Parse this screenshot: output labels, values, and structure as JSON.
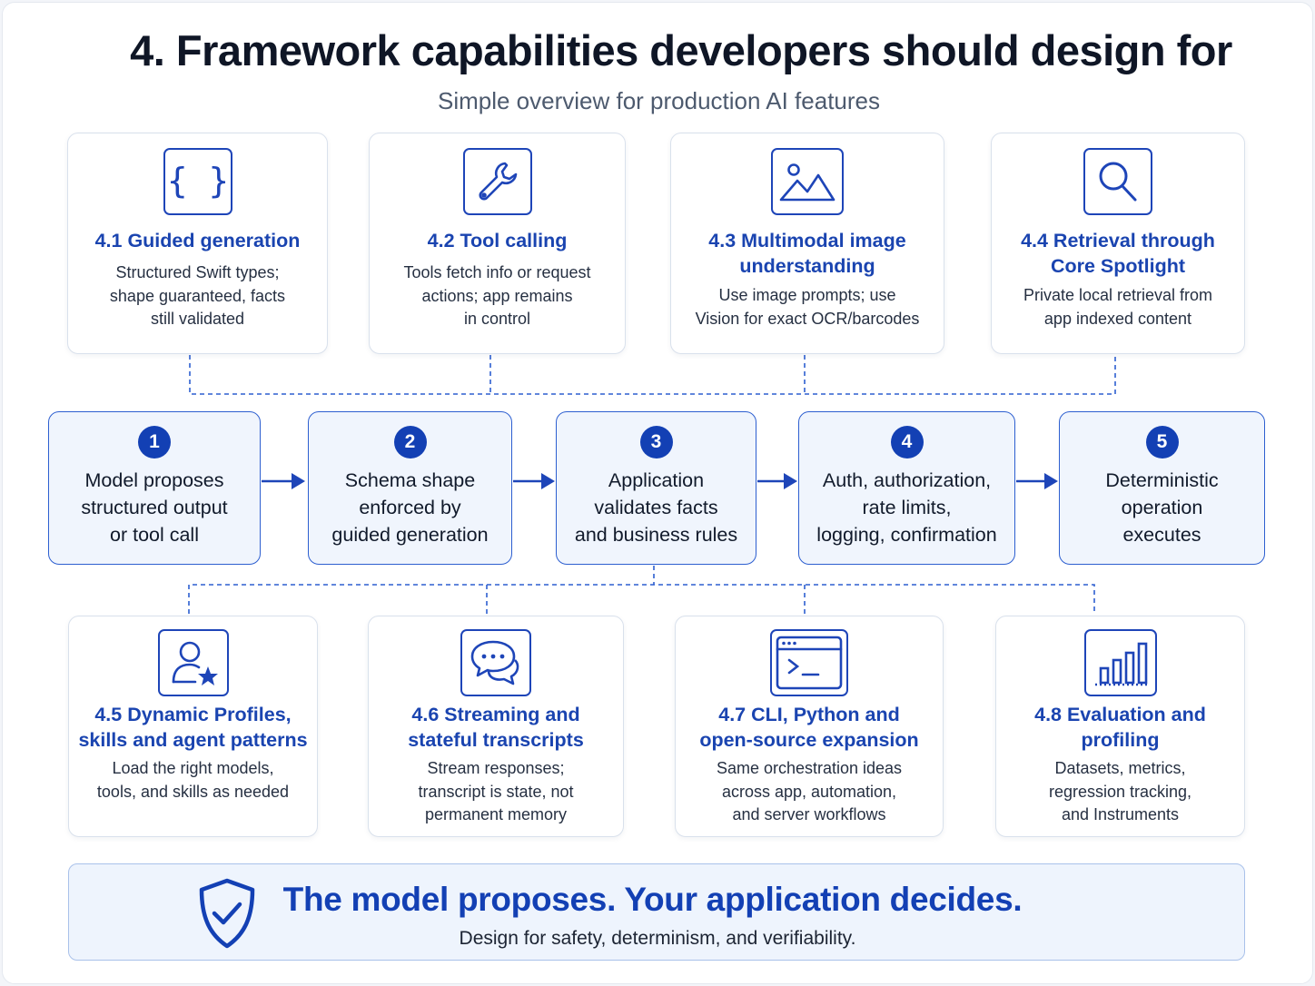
{
  "header": {
    "title": "4. Framework capabilities developers should design for",
    "subtitle": "Simple overview for production AI features"
  },
  "top_cards": [
    {
      "icon": "braces-icon",
      "title": "4.1 Guided generation",
      "desc": [
        "Structured Swift types;",
        "shape guaranteed, facts",
        "still validated"
      ]
    },
    {
      "icon": "wrench-icon",
      "title": "4.2 Tool calling",
      "desc": [
        "Tools fetch info or request",
        "actions; app remains",
        "in control"
      ]
    },
    {
      "icon": "image-icon",
      "title": [
        "4.3 Multimodal image",
        "understanding"
      ],
      "desc": [
        "Use image prompts; use",
        "Vision for exact OCR/barcodes"
      ]
    },
    {
      "icon": "search-icon",
      "title": [
        "4.4 Retrieval through",
        "Core Spotlight"
      ],
      "desc": [
        "Private local retrieval from",
        "app indexed content"
      ]
    }
  ],
  "steps": [
    {
      "num": "1",
      "lines": [
        "Model proposes",
        "structured output",
        "or tool call"
      ]
    },
    {
      "num": "2",
      "lines": [
        "Schema shape",
        "enforced by",
        "guided generation"
      ]
    },
    {
      "num": "3",
      "lines": [
        "Application",
        "validates facts",
        "and business rules"
      ]
    },
    {
      "num": "4",
      "lines": [
        "Auth, authorization,",
        "rate limits,",
        "logging, confirmation"
      ]
    },
    {
      "num": "5",
      "lines": [
        "Deterministic",
        "operation",
        "executes"
      ]
    }
  ],
  "bottom_cards": [
    {
      "icon": "user-star-icon",
      "title": [
        "4.5 Dynamic Profiles,",
        "skills and agent patterns"
      ],
      "desc": [
        "Load the right models,",
        "tools, and skills as needed"
      ]
    },
    {
      "icon": "chat-bubbles-icon",
      "title": [
        "4.6 Streaming and",
        "stateful transcripts"
      ],
      "desc": [
        "Stream responses;",
        "transcript is state, not",
        "permanent memory"
      ]
    },
    {
      "icon": "terminal-icon",
      "title": [
        "4.7 CLI, Python and",
        "open-source expansion"
      ],
      "desc": [
        "Same orchestration ideas",
        "across app, automation,",
        "and server workflows"
      ]
    },
    {
      "icon": "bar-chart-icon",
      "title": [
        "4.8 Evaluation and",
        "profiling"
      ],
      "desc": [
        "Datasets, metrics,",
        "regression tracking,",
        "and Instruments"
      ]
    }
  ],
  "banner": {
    "icon": "shield-check-icon",
    "title": "The model proposes. Your application decides.",
    "subtitle": "Design for safety, determinism, and verifiability."
  },
  "colors": {
    "accent": "#1a44b0",
    "step_fill": "#f0f5fd",
    "step_border": "#2d5fd0",
    "badge": "#1340b4"
  }
}
